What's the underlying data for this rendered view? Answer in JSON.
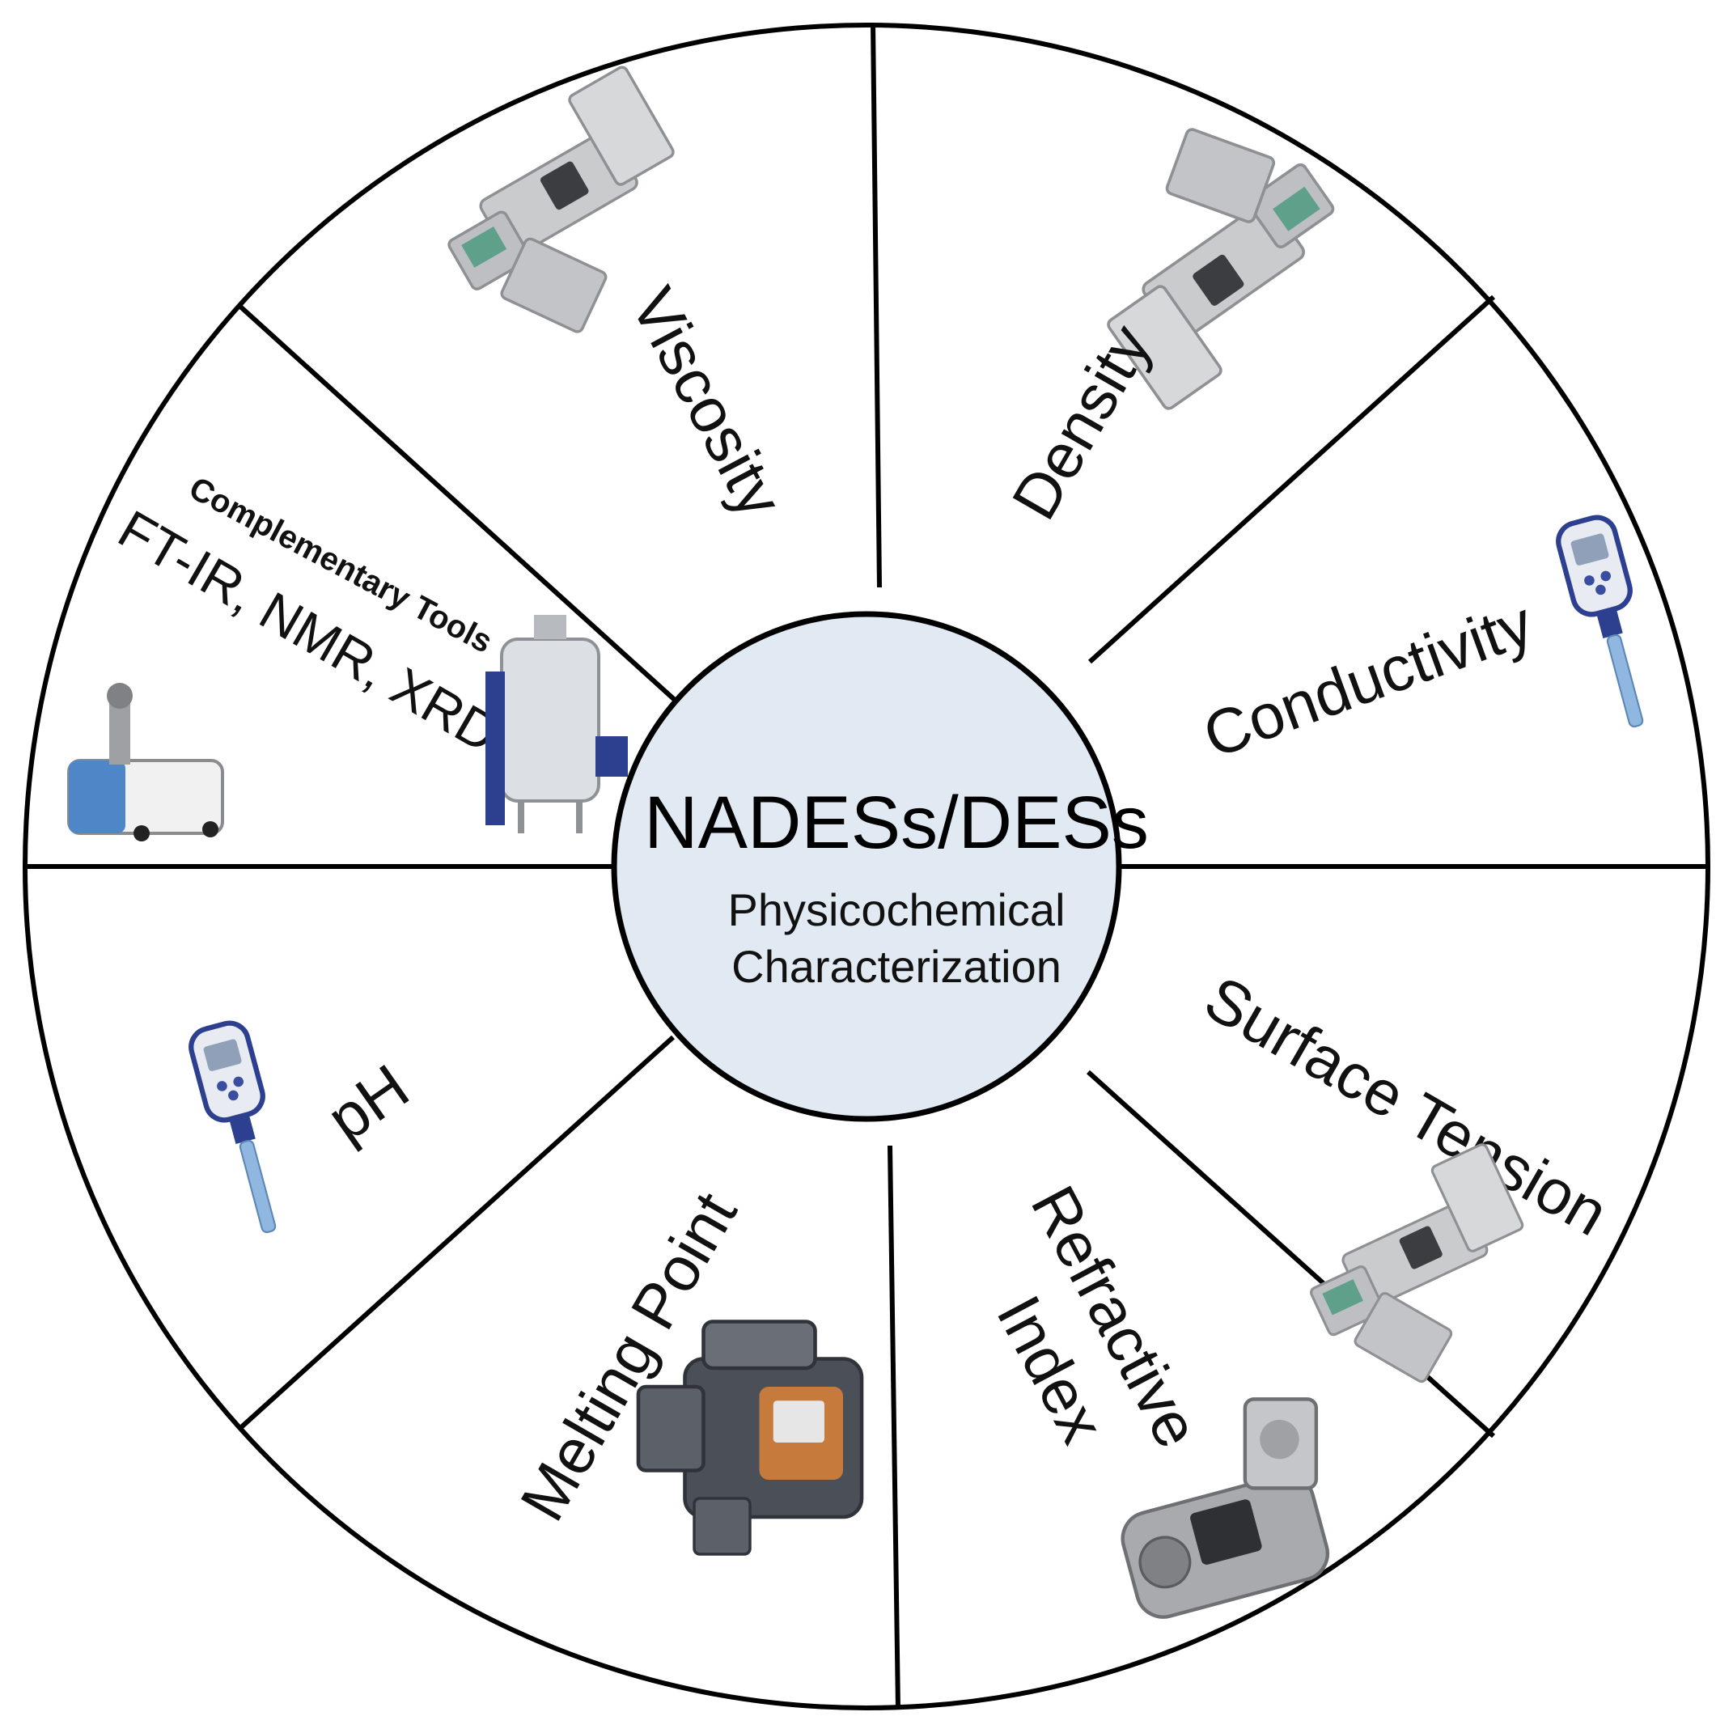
{
  "center": {
    "title": "NADESs/DESs",
    "subtitle_line1": "Physicochemical",
    "subtitle_line2": "Characterization"
  },
  "segments": {
    "viscosity": "Viscosity",
    "density": "Density",
    "conductivity": "Conductivity",
    "surface_tension": "Surface Tension",
    "refractive_index_line1": "Refractive",
    "refractive_index_line2": "Index",
    "melting_point": "Melting Point",
    "ph": "pH",
    "complementary_title": "Complementary Tools",
    "complementary_tools": "FT-IR, NMR, XRD"
  },
  "icons": {
    "viscometer": "viscometer-icon",
    "densimeter": "densimeter-icon",
    "conductivity_meter": "conductivity-meter-icon",
    "tensiometer": "tensiometer-icon",
    "refractometer": "refractometer-icon",
    "melting_point_apparatus": "melting-point-apparatus-icon",
    "ph_meter": "ph-meter-icon",
    "ftir_spectrometer": "ftir-spectrometer-icon",
    "nmr_spectrometer": "nmr-spectrometer-icon"
  },
  "colors": {
    "center_fill": "#e1e9f2",
    "outline": "#000000",
    "instrument_gray": "#b9bcbf",
    "instrument_blue": "#2d3f8f",
    "instrument_orange": "#c67a3c",
    "screen_green": "#5fa08a"
  }
}
